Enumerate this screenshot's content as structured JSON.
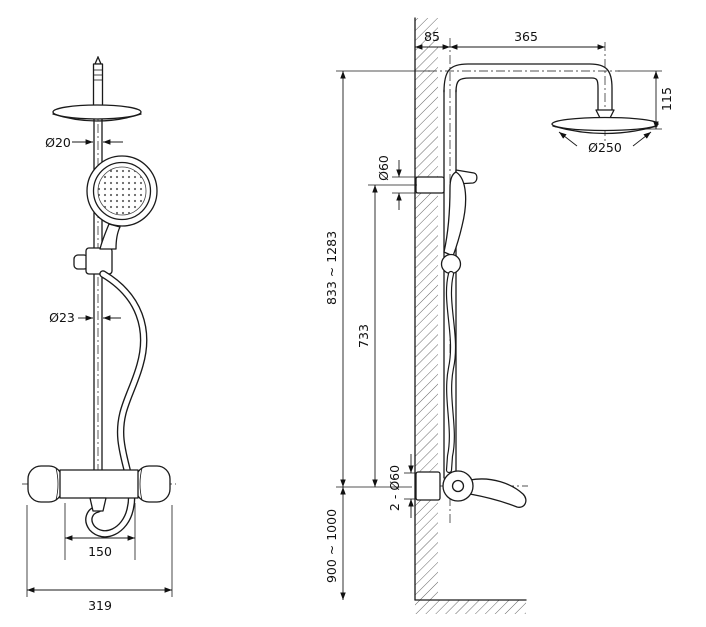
{
  "drawing": {
    "kind": "shower-column-technical-drawing",
    "front": {
      "dia_top_pipe": "Ø20",
      "dia_column": "Ø23",
      "outlet_spacing": "150",
      "overall_width": "319"
    },
    "side": {
      "wall_offset": "85",
      "arm_reach": "365",
      "head_drop": "115",
      "dia_head": "Ø250",
      "dia_bracket": "Ø60",
      "column_height": "833 ~ 1283",
      "bar_span": "733",
      "valve_connect": "2 - Ø60",
      "install_height": "900 ~ 1000"
    }
  }
}
